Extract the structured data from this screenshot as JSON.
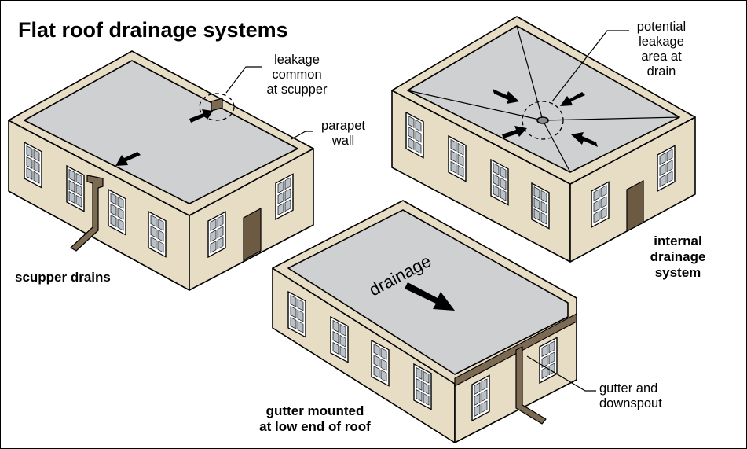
{
  "title": "Flat roof drainage systems",
  "labels": {
    "leakage_scupper": [
      "leakage",
      "common",
      "at scupper"
    ],
    "parapet_wall": [
      "parapet",
      "wall"
    ],
    "potential_leakage": [
      "potential",
      "leakage",
      "area at",
      "drain"
    ],
    "gutter_downspout": [
      "gutter and",
      "downspout"
    ],
    "drainage": "drainage"
  },
  "captions": {
    "scupper": "scupper drains",
    "internal": [
      "internal",
      "drainage",
      "system"
    ],
    "gutter": [
      "gutter mounted",
      "at low end of roof"
    ]
  },
  "colors": {
    "wall": "#e7dcc4",
    "roof": "#cfd0d1",
    "pipe": "#7c6a52",
    "door": "#6d5a43",
    "outline": "#000000"
  }
}
